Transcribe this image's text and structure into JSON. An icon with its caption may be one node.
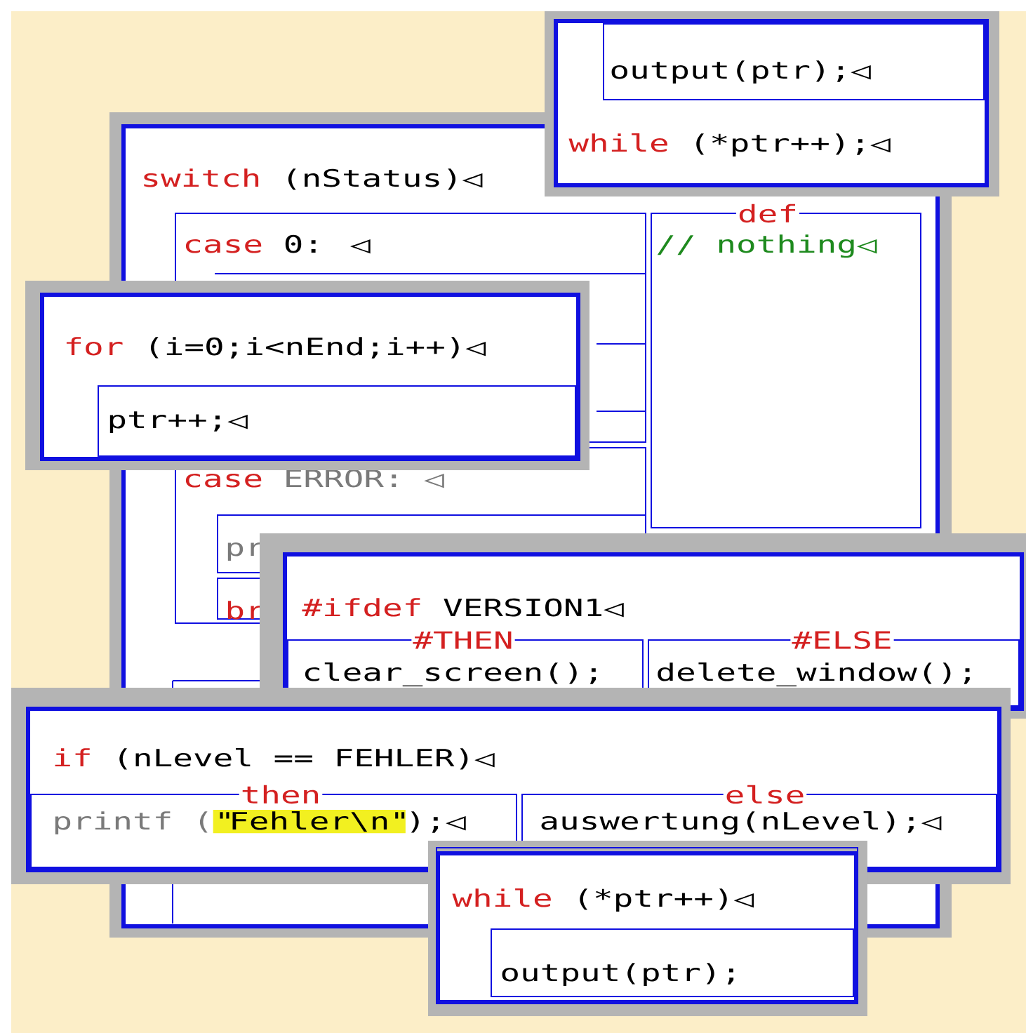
{
  "diagram": {
    "nodes": [
      {
        "text": [
          "while",
          "(*ptr++);◁"
        ]
      },
      {
        "text": [
          "output(ptr);◁"
        ],
        "in": 0
      },
      {
        "text": [
          "switch",
          "(nStatus)◁"
        ]
      },
      {
        "text": [
          "case",
          "0:     ◁"
        ],
        "in": 2
      },
      {
        "text": [
          "def",
          "// nothing◁"
        ],
        "in": 2
      },
      {
        "text": [
          "case",
          "ERROR: ◁"
        ],
        "in": 2
      },
      {
        "text": [
          "pr"
        ],
        "in": 5
      },
      {
        "text": [
          "br"
        ],
        "in": 5
      },
      {
        "text": [
          "for",
          "(i=0;i<nEnd;i++)◁"
        ]
      },
      {
        "text": [
          "ptr++;◁"
        ],
        "in": 8
      },
      {
        "text": [
          "#ifdef",
          "VERSION1◁"
        ]
      },
      {
        "text": [
          "#THEN",
          "clear_screen();"
        ],
        "in": 10
      },
      {
        "text": [
          "#ELSE",
          "delete_window();"
        ],
        "in": 10
      },
      {
        "text": [
          "if",
          "(nLevel == FEHLER)◁"
        ]
      },
      {
        "text": [
          "then",
          "printf (",
          "\"Fehler\\n\"",
          ");◁"
        ],
        "in": 13
      },
      {
        "text": [
          "else",
          "auswertung(nLevel);◁"
        ],
        "in": 13
      },
      {
        "text": [
          "while",
          "(*ptr++)◁"
        ]
      },
      {
        "text": [
          "output(ptr);"
        ],
        "in": 16
      }
    ]
  }
}
